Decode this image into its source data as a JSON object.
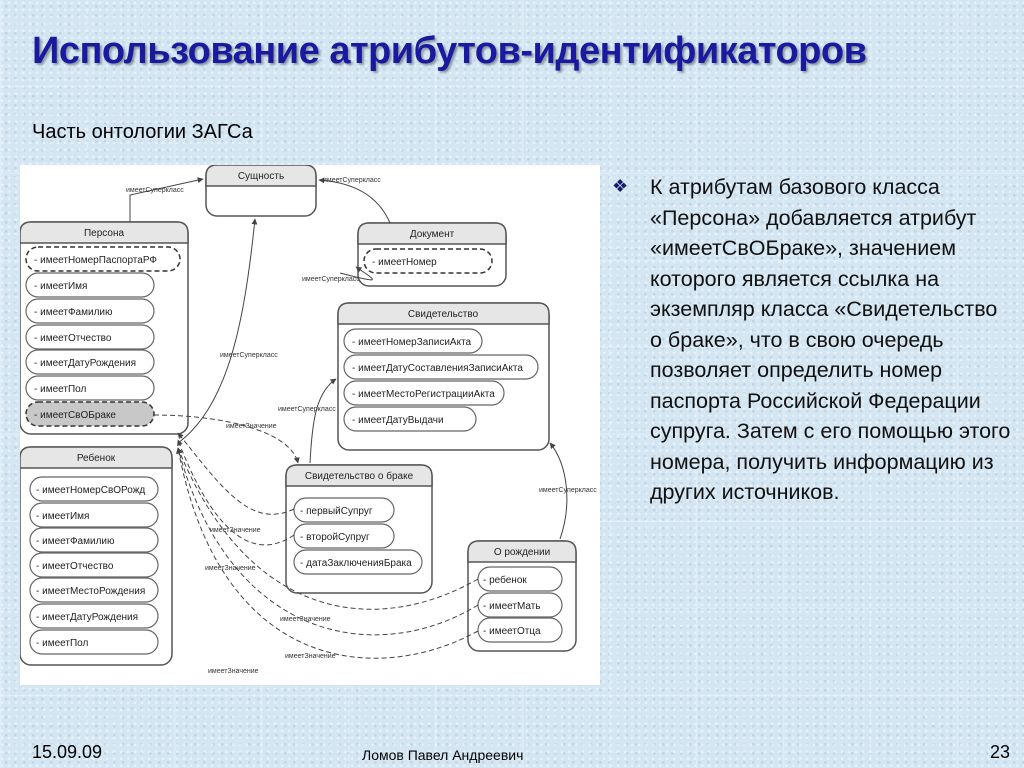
{
  "slide": {
    "title": "Использование атрибутов-идентификаторов",
    "subtitle": "Часть онтологии ЗАГСа",
    "bullet_icon": "diamond-bullet-icon",
    "bullet_text": "К атрибутам базового класса «Персона» добавляется атрибут «имеетСвОБраке», значением которого является ссылка на экземпляр класса «Свидетельство о браке», что в свою очередь позволяет определить номер паспорта Российской Федерации супруга. Затем с его помощью этого номера, получить информацию из других источников.",
    "date": "15.09.09",
    "author": "Ломов Павел Андреевич",
    "page_number": "23"
  },
  "diagram": {
    "classes": {
      "entity": {
        "name": "Сущность",
        "attributes": []
      },
      "person": {
        "name": "Персона",
        "attributes": [
          "- имеетНомерПаспортаРФ",
          "- имеетИмя",
          "- имеетФамилию",
          "- имеетОтчество",
          "- имеетДатуРождения",
          "- имеетПол",
          "- имеетСвОБраке"
        ]
      },
      "document": {
        "name": "Документ",
        "attributes": [
          "- имеетНомер"
        ]
      },
      "certificate": {
        "name": "Свидетельство",
        "attributes": [
          "- имеетНомерЗаписиАкта",
          "- имеетДатуСоставленияЗаписиАкта",
          "- имеетМестоРегистрацииАкта",
          "- имеетДатуВыдачи"
        ]
      },
      "child": {
        "name": "Ребенок",
        "attributes": [
          "- имеетНомерСвОРожд",
          "- имеетИмя",
          "- имеетФамилию",
          "- имеетОтчество",
          "- имеетМестоРождения",
          "- имеетДатуРождения",
          "- имеетПол"
        ]
      },
      "marriage_certificate": {
        "name": "Свидетельство о браке",
        "attributes": [
          "- первыйСупруг",
          "- второйСупруг",
          "- датаЗаключенияБрака"
        ]
      },
      "birth": {
        "name": "О рождении",
        "attributes": [
          "- ребенок",
          "- имеетМать",
          "- имеетОтца"
        ]
      }
    },
    "relation_labels": {
      "superclass": "имеетСуперкласс",
      "value": "имеетЗначение"
    }
  }
}
